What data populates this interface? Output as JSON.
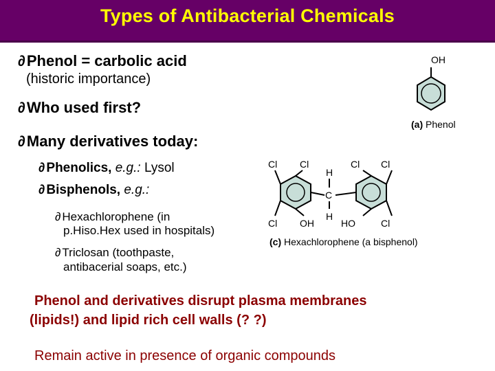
{
  "slide": {
    "title": "Types of Antibacterial Chemicals",
    "bullet_glyph": "∂",
    "bullets": [
      {
        "text": "Phenol = carbolic acid",
        "sub": "(historic importance)"
      },
      {
        "text": "Who used first?"
      },
      {
        "text": "Many derivatives today:"
      }
    ],
    "phenolics": {
      "label": "Phenolics, ",
      "eg": "e.g.:",
      "example": " Lysol"
    },
    "bisphenols": {
      "label": "Bisphenols, ",
      "eg": "e.g.:"
    },
    "hexachlorophene": {
      "line1": "Hexachlorophene (in",
      "line2": "p.Hiso.Hex used in hospitals)"
    },
    "triclosan": {
      "line1": "Triclosan (toothpaste,",
      "line2": "antibacerial soaps, etc.)"
    },
    "statement": {
      "line1": "Phenol and derivatives disrupt plasma membranes",
      "line2": "(lipids!) and  lipid rich cell walls (? ?)",
      "line3": "Remain active in presence of organic compounds"
    },
    "colors": {
      "title_bg": "#660066",
      "title_text": "#ffff00",
      "statement_text": "#8b0000",
      "ring_fill": "#c8ded8"
    }
  },
  "figure_phenol": {
    "oh_label": "OH",
    "caption_letter": "(a)",
    "caption_text": "Phenol"
  },
  "figure_hexachlorophene": {
    "cl_labels": [
      "Cl",
      "Cl",
      "Cl",
      "Cl",
      "Cl",
      "Cl"
    ],
    "h_labels": [
      "H",
      "H"
    ],
    "c_label": "C",
    "oh_label": "OH",
    "ho_label": "HO",
    "caption_letter": "(c)",
    "caption_text": "Hexachlorophene (a bisphenol)"
  }
}
